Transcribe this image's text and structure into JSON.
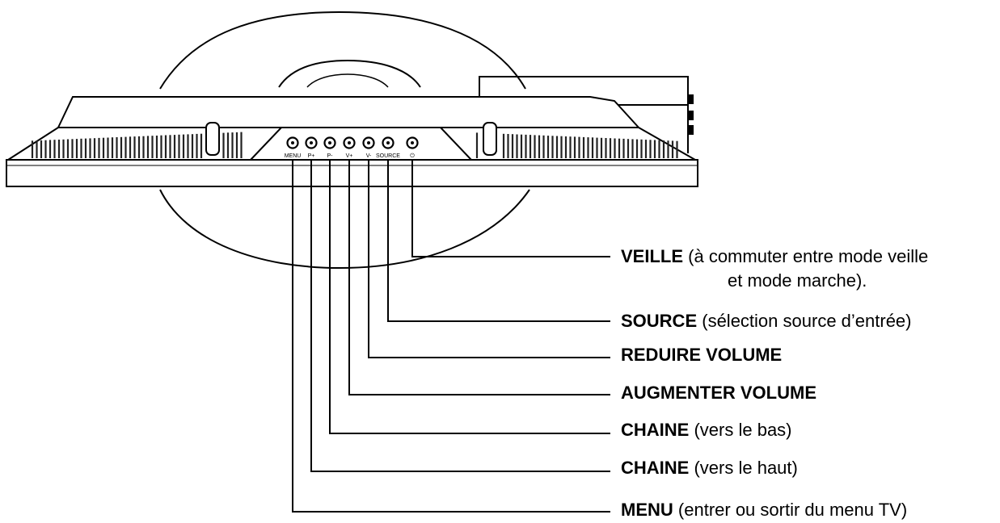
{
  "device": {
    "button_labels": [
      "MENU",
      "P+",
      "P-",
      "V+",
      "V-",
      "SOURCE",
      "⏻"
    ]
  },
  "callouts": [
    {
      "id": "standby",
      "label": "VEILLE",
      "desc": "(à commuter entre mode veille",
      "desc2": "et mode marche)."
    },
    {
      "id": "source",
      "label": "SOURCE",
      "desc": "(sélection source d’entrée)"
    },
    {
      "id": "vol-down",
      "label": "REDUIRE VOLUME",
      "desc": ""
    },
    {
      "id": "vol-up",
      "label": "AUGMENTER VOLUME",
      "desc": ""
    },
    {
      "id": "ch-down",
      "label": "CHAINE",
      "desc": "(vers le bas)"
    },
    {
      "id": "ch-up",
      "label": "CHAINE",
      "desc": "(vers le haut)"
    },
    {
      "id": "menu",
      "label": "MENU",
      "desc": "(entrer ou sortir du menu TV)"
    }
  ]
}
